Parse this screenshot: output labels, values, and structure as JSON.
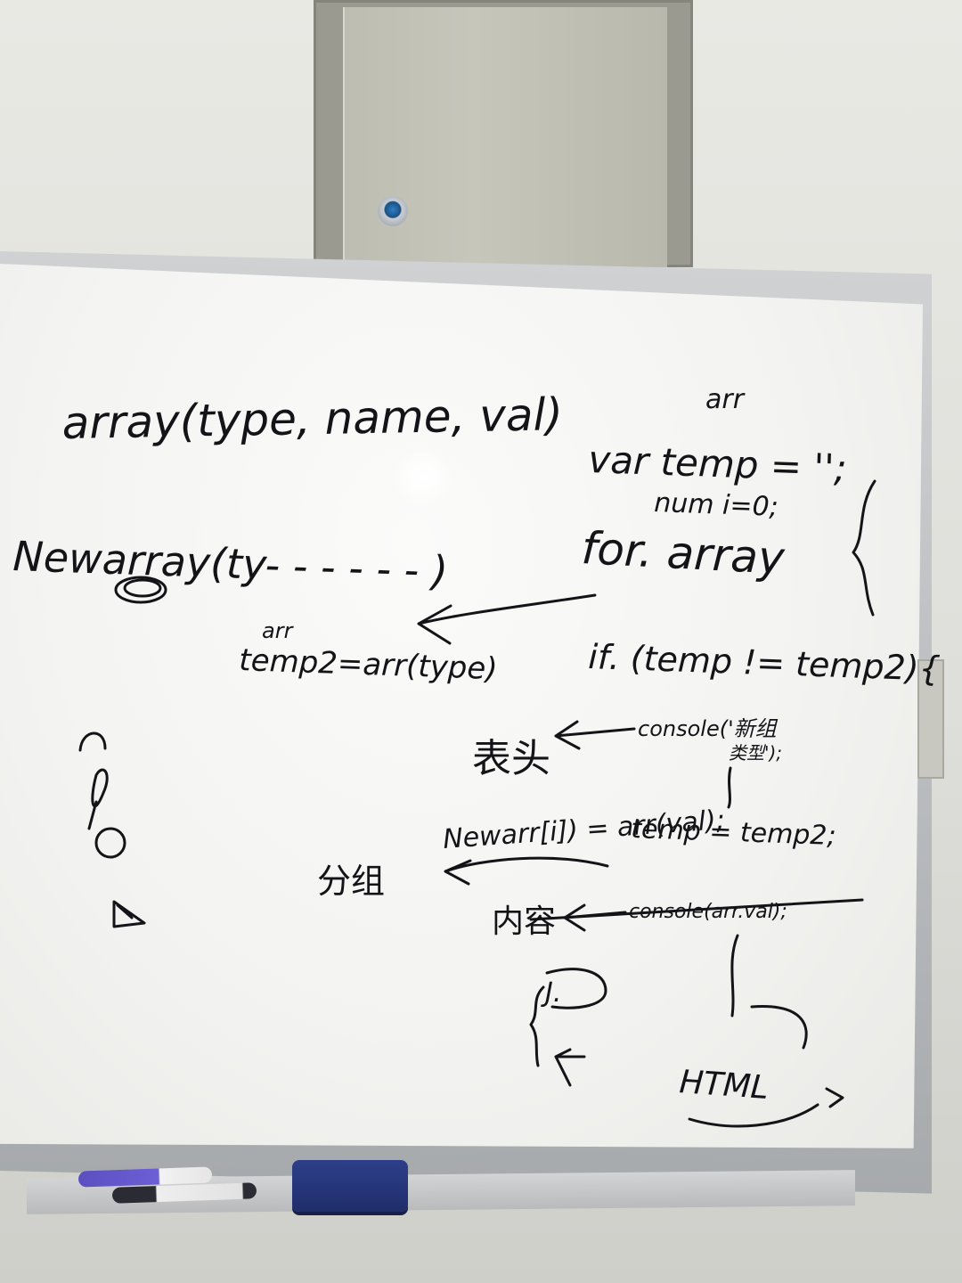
{
  "whiteboard": {
    "lines": [
      {
        "id": "array-sig",
        "text": "array(type, name, val)"
      },
      {
        "id": "newarray",
        "text": "Newarray(ty- - - - - - )"
      },
      {
        "id": "arr-label",
        "text": "arr"
      },
      {
        "id": "temp2-assign",
        "text": "temp2=arr(type)"
      },
      {
        "id": "arr-top",
        "text": "arr"
      },
      {
        "id": "var-temp",
        "text": "var temp = '';"
      },
      {
        "id": "num-i",
        "text": "num i=0;"
      },
      {
        "id": "for-array",
        "text": "for. array"
      },
      {
        "id": "if-cond",
        "text": "if. (temp != temp2){"
      },
      {
        "id": "console-1",
        "text": "console('新组"
      },
      {
        "id": "console-1b",
        "text": "类型');"
      },
      {
        "id": "head-label",
        "text": "表头"
      },
      {
        "id": "newarr-assign",
        "text": "Newarr[i]) = arr(val);"
      },
      {
        "id": "temp-assign",
        "text": "temp = temp2;"
      },
      {
        "id": "group-label",
        "text": "分组"
      },
      {
        "id": "content-label",
        "text": "内容"
      },
      {
        "id": "console-2",
        "text": "console(arr.val);"
      },
      {
        "id": "js-label",
        "text": "J."
      },
      {
        "id": "html-label",
        "text": "HTML"
      }
    ]
  }
}
